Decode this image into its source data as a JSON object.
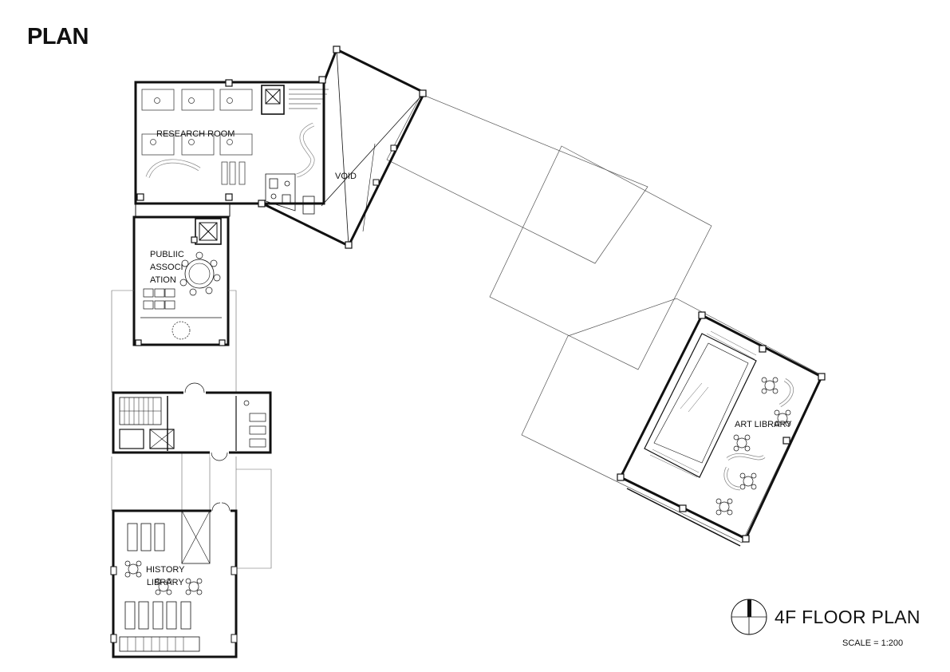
{
  "heading": "PLAN",
  "floor_title": "4F FLOOR PLAN",
  "scale": "SCALE = 1:200",
  "rooms": {
    "research": "RESEARCH ROOM",
    "void": "VOID",
    "association": [
      "PUBLIIC",
      "ASSOCI",
      "ATION"
    ],
    "art_library": "ART LIBRARY",
    "history_library": [
      "HISTORY",
      "LIBRARY"
    ]
  },
  "icons": {
    "north_arrow": "north-arrow-icon"
  }
}
